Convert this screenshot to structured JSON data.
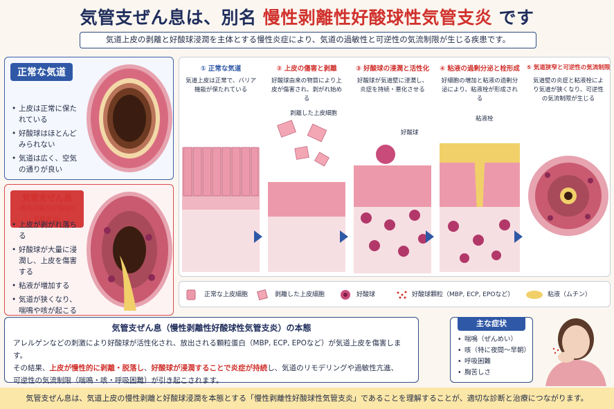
{
  "title": {
    "prefix": "気管支ぜん息は、別名",
    "highlight": "慢性剥離性好酸球性気管支炎",
    "suffix": "です"
  },
  "subtitle": "気道上皮の剥離と好酸球浸潤を主体とする慢性炎症により、気道の過敏性と可逆性の気流制限が生じる疾患です。",
  "normal_panel": {
    "tag": "正常な気道",
    "bullets": [
      "上皮は正常に保たれている",
      "好酸球はほとんどみられない",
      "気道は広く、空気の通りが良い"
    ]
  },
  "asthma_panel": {
    "tag": "気管支ぜん息",
    "tag_sub": "(慢性剥離性好酸球性気管支炎)",
    "bullets": [
      "上皮が剥がれ落ちる",
      "好酸球が大量に浸潤し、上皮を傷害する",
      "粘液が増加する",
      "気道が狭くなり、喘鳴や咳が起こる"
    ]
  },
  "stages": [
    {
      "title": "① 正常な気道",
      "desc": "気道上皮は正常で、バリア機能が保たれている",
      "color": "#2f58a6"
    },
    {
      "title": "② 上皮の傷害と剥離",
      "desc": "好酸球由来の物質により上皮が傷害され、剥がれ始める",
      "color": "#d0312d",
      "label": "剥離した上皮細胞"
    },
    {
      "title": "③ 好酸球の浸潤と活性化",
      "desc": "好酸球が気道壁に浸潤し、炎症を持続・悪化させる",
      "color": "#d0312d",
      "label": "好酸球"
    },
    {
      "title": "④ 粘液の過剰分泌と栓形成",
      "desc": "好細胞の増加と粘液の過剰分泌により、粘液栓が形成される",
      "color": "#d0312d",
      "label": "粘液栓"
    },
    {
      "title": "⑤ 気道狭窄と可逆性の気流制限",
      "desc": "気道壁の炎症と粘液栓により気道が狭くなり、可逆性の気流制限が生じる",
      "color": "#d0312d"
    }
  ],
  "legend": [
    {
      "label": "正常な上皮細胞",
      "icon": "normal-cell-icon"
    },
    {
      "label": "剥離した上皮細胞",
      "icon": "detached-cell-icon"
    },
    {
      "label": "好酸球",
      "icon": "eosinophil-icon"
    },
    {
      "label": "好酸球顆粒（MBP, ECP, EPOなど）",
      "icon": "granule-icon"
    },
    {
      "label": "粘液（ムチン）",
      "icon": "mucus-icon"
    }
  ],
  "pathology": {
    "title": "気管支ぜん息（慢性剥離性好酸球性気管支炎）の本態",
    "line1": "アレルゲンなどの刺激により好酸球が活性化され、放出される顆粒蛋白（MBP, ECP, EPOなど）が気道上皮を傷害します。",
    "line2_a": "その結果、",
    "line2_b": "上皮が慢性的に剥離・脱落し",
    "line2_c": "、",
    "line2_d": "好酸球が浸潤することで炎症が持続",
    "line2_e": "し、気道のリモデリングや過敏性亢進、",
    "line3": "可逆性の気流制限（喘鳴・咳・呼吸困難）が引き起こされます。"
  },
  "symptoms": {
    "title": "主な症状",
    "items": [
      "喘鳴（ぜんめい）",
      "咳（特に夜間〜早朝）",
      "呼吸困難",
      "胸苦しさ"
    ]
  },
  "footer": "気管支ぜん息は、気道上皮の慢性剥離と好酸球浸潤を本態とする「慢性剥離性好酸球性気管支炎」であることを理解することが、適切な診断と治療につながります。",
  "colors": {
    "navy": "#1f2d5c",
    "red": "#d0312d",
    "blue": "#2f58a6",
    "mucus": "#f1d06a",
    "tissue": "#f3b7c1"
  }
}
